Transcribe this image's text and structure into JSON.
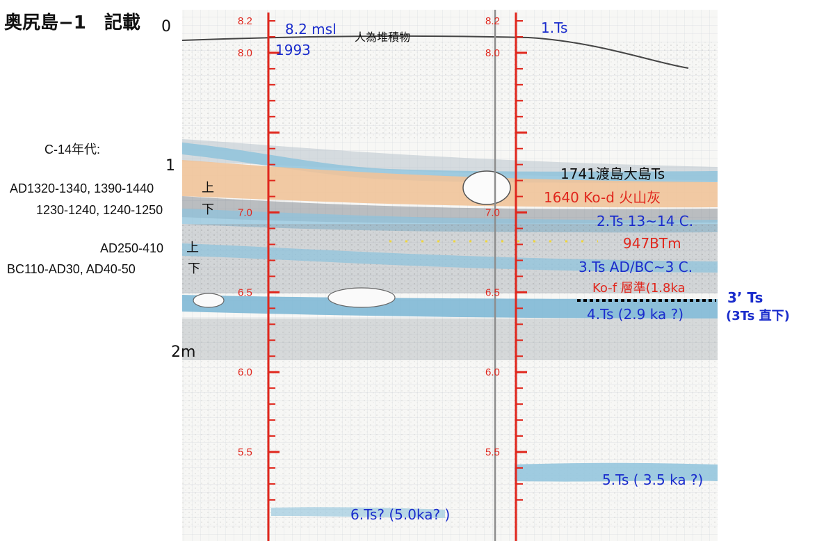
{
  "title": "奥尻島−1　記載",
  "depth_scale": {
    "top": "0",
    "middle": "1",
    "bottom": "2m"
  },
  "c14": {
    "heading": "C-14年代:",
    "row1_left": "AD1320-1340, 1390-1440",
    "row1_mark": "上",
    "row2_left": "1230-1240, 1240-1250",
    "row2_mark": "下",
    "row3_left": "AD250-410",
    "row3_mark": "上",
    "row4_left": "BC110-AD30, AD40-50",
    "row4_mark": "下"
  },
  "left_ruler": {
    "ticks": [
      {
        "label": "8.2",
        "value": 8.2
      },
      {
        "label": "8.0",
        "value": 8.0
      },
      {
        "label": "7.0",
        "value": 7.0
      },
      {
        "label": "6.5",
        "value": 6.5
      },
      {
        "label": "6.0",
        "value": 6.0
      },
      {
        "label": "5.5",
        "value": 5.5
      }
    ]
  },
  "right_ruler": {
    "ticks": [
      {
        "label": "8.2",
        "value": 8.2
      },
      {
        "label": "8.0",
        "value": 8.0
      },
      {
        "label": "7.0",
        "value": 7.0
      },
      {
        "label": "6.5",
        "value": 6.5
      },
      {
        "label": "6.0",
        "value": 6.0
      },
      {
        "label": "5.5",
        "value": 5.5
      }
    ]
  },
  "labels": {
    "msl": "8.2 msl",
    "year": "1993",
    "artificial": "人為堆積物",
    "ts1": "1.Ts",
    "oshima": "1741渡島大島Ts",
    "kod": "1640 Ko-d 火山灰",
    "ts2": "2.Ts 13~14 C.",
    "btm": "947BTm",
    "ts3": "3.Ts  AD/BC~3 C.",
    "kof": "Ko-f 層準(1.8ka",
    "ts3p": "3’ Ts",
    "ts3p_note": "(3Ts 直下)",
    "ts4": "4.Ts  (2.9 ka ?)",
    "ts5": "5.Ts ( 3.5 ka ?)",
    "ts6": "6.Ts? (5.0ka?  )"
  },
  "colors": {
    "ruler": "#e0261c",
    "label_blue": "#1a2ccc",
    "tephra_blue": "#8fc3dc",
    "volcanic_orange": "#f0c39a"
  }
}
